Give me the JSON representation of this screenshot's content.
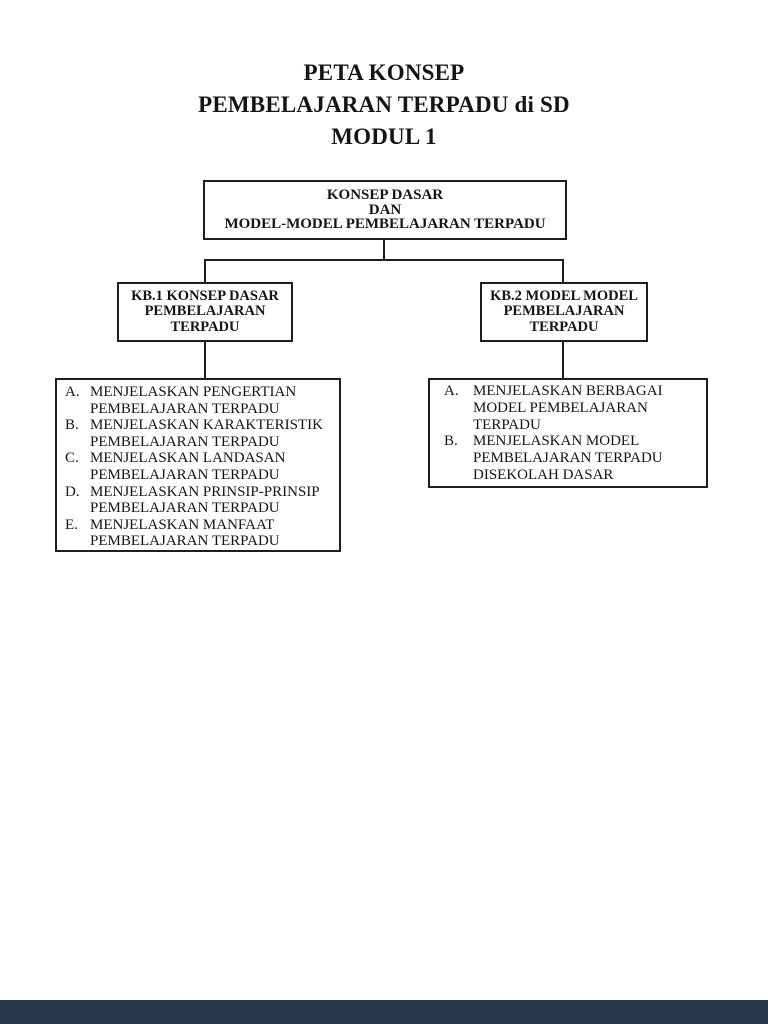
{
  "page": {
    "title_lines": [
      "PETA KONSEP",
      "PEMBELAJARAN TERPADU di SD",
      "MODUL 1"
    ]
  },
  "diagram": {
    "root_box": {
      "lines": [
        "KONSEP DASAR",
        "DAN",
        "MODEL-MODEL PEMBELAJARAN TERPADU"
      ]
    },
    "kb1_box": {
      "lines": [
        "KB.1 KONSEP DASAR",
        "PEMBELAJARAN",
        "TERPADU"
      ]
    },
    "kb2_box": {
      "lines": [
        "KB.2 MODEL MODEL",
        "PEMBELAJARAN",
        "TERPADU"
      ]
    },
    "kb1_details": {
      "items": [
        {
          "marker": "A.",
          "lines": [
            "MENJELASKAN PENGERTIAN",
            "PEMBELAJARAN TERPADU"
          ]
        },
        {
          "marker": "B.",
          "lines": [
            "MENJELASKAN KARAKTERISTIK",
            "PEMBELAJARAN TERPADU"
          ]
        },
        {
          "marker": "C.",
          "lines": [
            "MENJELASKAN LANDASAN",
            "PEMBELAJARAN TERPADU"
          ]
        },
        {
          "marker": "D.",
          "lines": [
            "MENJELASKAN PRINSIP-PRINSIP",
            "PEMBELAJARAN TERPADU"
          ]
        },
        {
          "marker": "E.",
          "lines": [
            "MENJELASKAN MANFAAT",
            "PEMBELAJARAN TERPADU"
          ]
        }
      ]
    },
    "kb2_details": {
      "items": [
        {
          "marker": "A.",
          "lines": [
            "MENJELASKAN BERBAGAI",
            "MODEL PEMBELAJARAN",
            "TERPADU"
          ]
        },
        {
          "marker": "B.",
          "lines": [
            "MENJELASKAN MODEL",
            "PEMBELAJARAN TERPADU",
            "DISEKOLAH DASAR"
          ]
        }
      ]
    }
  },
  "colors": {
    "text": "#141414",
    "box_border": "#1e1e1e",
    "page_bg": "#ffffff",
    "footer_bar": "#26394c"
  }
}
